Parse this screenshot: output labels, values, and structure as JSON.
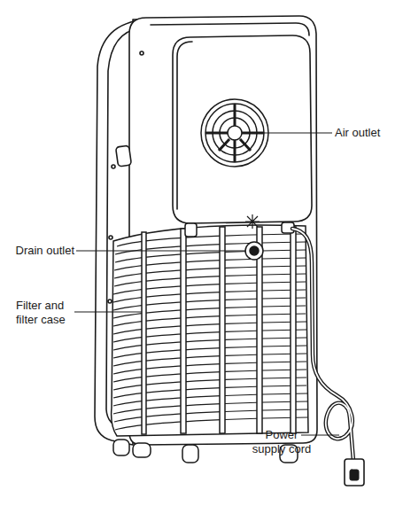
{
  "diagram": {
    "labels": [
      "Air outlet",
      "Drain outlet",
      "Filter and filter case",
      "Power supply cord"
    ]
  }
}
